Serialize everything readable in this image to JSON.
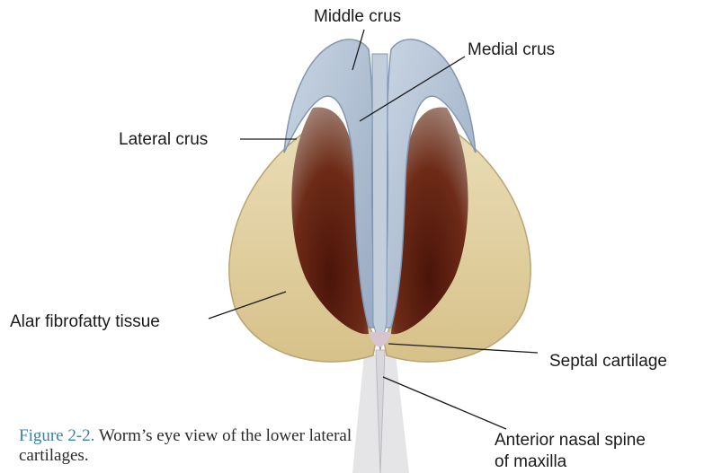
{
  "labels": {
    "middle_crus": "Middle crus",
    "medial_crus": "Medial crus",
    "lateral_crus": "Lateral crus",
    "alar_fibrofatty": "Alar fibrofatty tissue",
    "septal_cartilage": "Septal cartilage",
    "anterior_nasal_spine_line1": "Anterior nasal spine",
    "anterior_nasal_spine_line2": "of maxilla"
  },
  "caption": {
    "figure_number": "Figure 2-2.",
    "text": "Worm’s eye view of the lower lateral cartilages."
  },
  "colors": {
    "cartilage_blue": "#aebfd3",
    "alar_tissue": "#e3d3a6",
    "nostril_dark": "#5c1f12",
    "caption_accent": "#3e7fa8"
  }
}
